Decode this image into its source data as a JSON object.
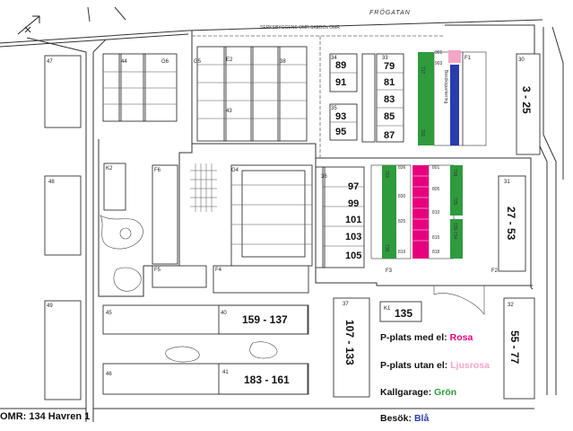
{
  "map": {
    "street": "FRÖGATAN",
    "district_label": "SERKSBYGGENS OMR   SKEBOs OMR",
    "area_label": "OMR: 134 Havren 1",
    "visitor_parking_label": "Besöksparkering",
    "colors": {
      "rosa": "#e6007e",
      "ljusrosa": "#f4a6c8",
      "gron": "#2e9b3d",
      "bla": "#2b3bb0"
    },
    "buildings": {
      "b89": "89",
      "b91": "91",
      "b79": "79",
      "b81": "81",
      "b83": "83",
      "b93": "93",
      "b95": "95",
      "b85": "85",
      "b87": "87",
      "b97": "97",
      "b99": "99",
      "b101": "101",
      "b103": "103",
      "b105": "105",
      "b3_25": "3 - 25",
      "b27_53": "27 - 53",
      "b55_77": "55 - 77",
      "b159_137": "159 - 137",
      "b183_161": "183 - 161",
      "b107_133": "107 - 133",
      "b135": "135"
    },
    "block_codes": {
      "c47": "47",
      "c44": "44",
      "c G6": "G6",
      "g6": "G6",
      "g5": "G5",
      "e2": "E2",
      "c38": "38",
      "c34": "34",
      "c35": "35",
      "c33": "33",
      "c43": "43",
      "k2": "K2",
      "f6": "F6",
      "g4": "G4",
      "c48": "48",
      "c36": "36",
      "c31": "31",
      "c30": "30",
      "f1": "F1",
      "f5": "F5",
      "f4": "F4",
      "f3": "F3",
      "f2": "F2",
      "c49": "49",
      "c45": "45",
      "c40": "40",
      "c37": "37",
      "k1": "K1",
      "c32": "32",
      "c46": "46",
      "c41": "41"
    },
    "parking_labels": {
      "p901": "901",
      "p903": "903",
      "p717": "717",
      "p701": "701",
      "p836": "836",
      "p830": "830",
      "p825": "825",
      "p819": "819",
      "p801": "801",
      "p805": "805",
      "p810": "810",
      "p815": "815",
      "p818": "818",
      "p751": "751",
      "p735": "735",
      "p718": "718",
      "p725": "725",
      "p726_734": "726-734"
    }
  },
  "legend": {
    "items": [
      {
        "label": "P-plats med el: ",
        "value": "Rosa"
      },
      {
        "label": "P-plats utan el: ",
        "value": "Ljusrosa"
      },
      {
        "label": "Kallgarage: ",
        "value": "Grön"
      },
      {
        "label": "Besök: ",
        "value": "Blå"
      }
    ]
  }
}
